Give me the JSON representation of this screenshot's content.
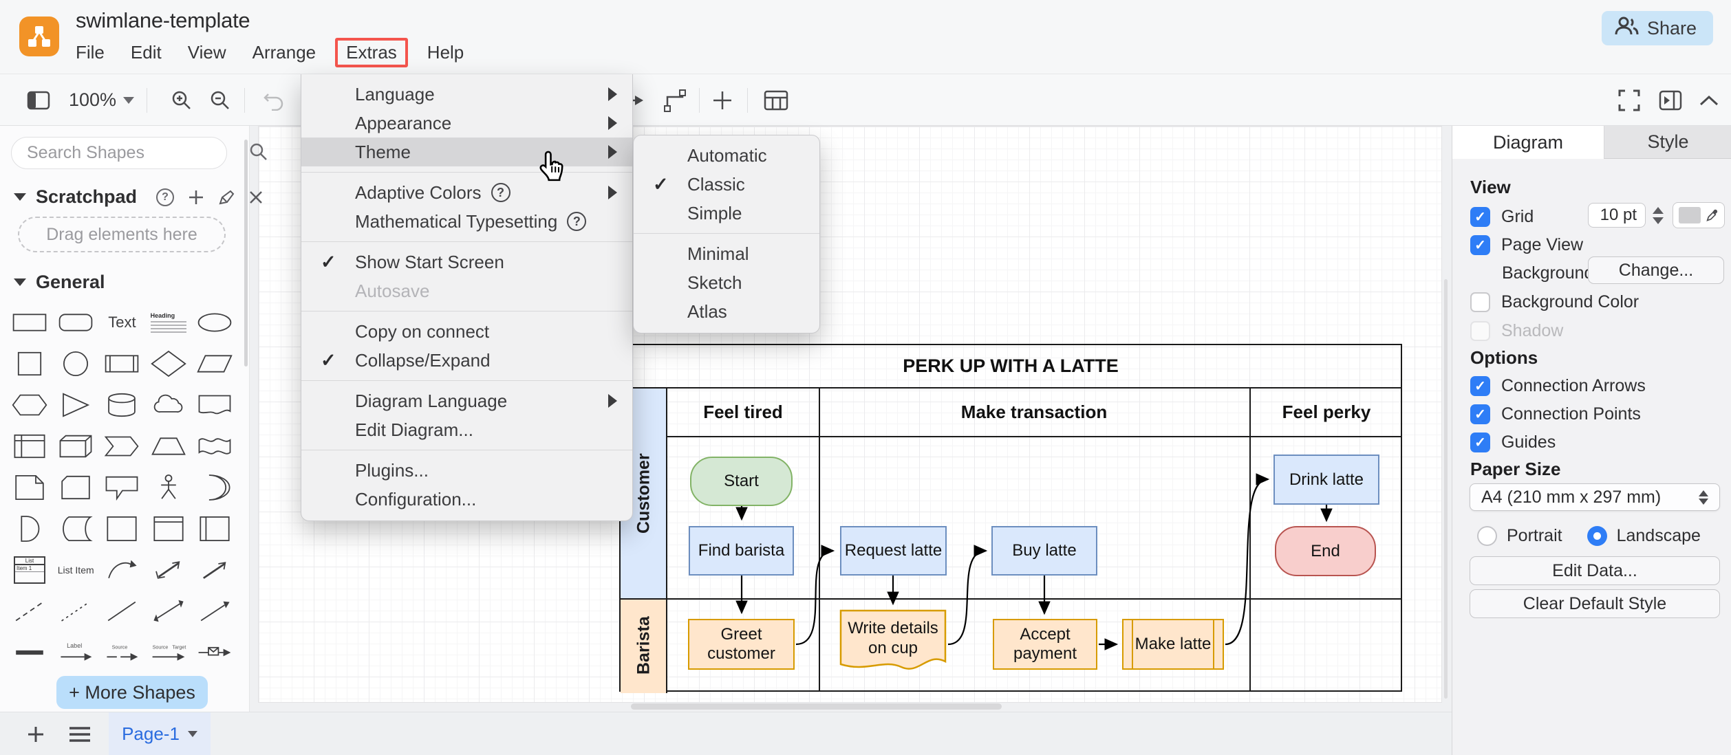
{
  "header": {
    "app_title": "swimlane-template",
    "menus": [
      "File",
      "Edit",
      "View",
      "Arrange",
      "Extras",
      "Help"
    ],
    "share_label": "Share"
  },
  "toolbar": {
    "zoom_level": "100%"
  },
  "extras_menu": {
    "items": [
      {
        "label": "Language",
        "submenu": true
      },
      {
        "label": "Appearance",
        "submenu": true
      },
      {
        "label": "Theme",
        "submenu": true,
        "active": true
      },
      {
        "sep": true
      },
      {
        "label": "Adaptive Colors",
        "submenu": true,
        "help": true
      },
      {
        "label": "Mathematical Typesetting",
        "help": true
      },
      {
        "sep": true
      },
      {
        "label": "Show Start Screen",
        "checked": true
      },
      {
        "label": "Autosave",
        "disabled": true
      },
      {
        "sep": true
      },
      {
        "label": "Copy on connect"
      },
      {
        "label": "Collapse/Expand",
        "checked": true
      },
      {
        "sep": true
      },
      {
        "label": "Diagram Language",
        "submenu": true
      },
      {
        "label": "Edit Diagram..."
      },
      {
        "sep": true
      },
      {
        "label": "Plugins..."
      },
      {
        "label": "Configuration..."
      }
    ]
  },
  "theme_menu": {
    "items": [
      {
        "label": "Automatic"
      },
      {
        "label": "Classic",
        "checked": true
      },
      {
        "label": "Simple"
      },
      {
        "sep": true
      },
      {
        "label": "Minimal"
      },
      {
        "label": "Sketch"
      },
      {
        "label": "Atlas"
      }
    ]
  },
  "sidebar": {
    "search_placeholder": "Search Shapes",
    "scratchpad_label": "Scratchpad",
    "scratchpad_hint": "Drag elements here",
    "general_label": "General",
    "more_shapes_label": "+ More Shapes",
    "palette": [
      {
        "icon": "rectangle"
      },
      {
        "icon": "rounded-rectangle"
      },
      {
        "icon": "text",
        "label": "Text"
      },
      {
        "icon": "heading",
        "label": "Heading"
      },
      {
        "icon": "ellipse"
      },
      {
        "icon": "square"
      },
      {
        "icon": "circle"
      },
      {
        "icon": "process"
      },
      {
        "icon": "diamond"
      },
      {
        "icon": "parallelogram"
      },
      {
        "icon": "hexagon"
      },
      {
        "icon": "triangle"
      },
      {
        "icon": "cylinder"
      },
      {
        "icon": "cloud"
      },
      {
        "icon": "document"
      },
      {
        "icon": "internal-storage"
      },
      {
        "icon": "cube"
      },
      {
        "icon": "step"
      },
      {
        "icon": "trapezoid"
      },
      {
        "icon": "tape"
      },
      {
        "icon": "note"
      },
      {
        "icon": "card"
      },
      {
        "icon": "callout"
      },
      {
        "icon": "actor"
      },
      {
        "icon": "or"
      },
      {
        "icon": "and"
      },
      {
        "icon": "data-storage"
      },
      {
        "icon": "container"
      },
      {
        "icon": "vertical-container"
      },
      {
        "icon": "horizontal-container"
      },
      {
        "icon": "list",
        "label": "List",
        "label2": "Item 1"
      },
      {
        "icon": "list-item",
        "label": "List Item"
      },
      {
        "icon": "curve"
      },
      {
        "icon": "bidirectional-arrow"
      },
      {
        "icon": "arrow"
      },
      {
        "icon": "dashed-line"
      },
      {
        "icon": "dotted-line"
      },
      {
        "icon": "line"
      },
      {
        "icon": "double-arrow"
      },
      {
        "icon": "directional-arrow"
      },
      {
        "icon": "link"
      },
      {
        "icon": "labeled-arrow",
        "label": "Label"
      },
      {
        "icon": "source-arrow",
        "label": "Source"
      },
      {
        "icon": "source-target-arrow",
        "label": "Source",
        "label2": "Target"
      },
      {
        "icon": "message-arrow"
      }
    ]
  },
  "footer": {
    "page_tab": "Page-1"
  },
  "right_panel": {
    "tabs": [
      "Diagram",
      "Style"
    ],
    "view_heading": "View",
    "grid_label": "Grid",
    "grid_size": "10 pt",
    "page_view_label": "Page View",
    "background_label": "Background",
    "change_button": "Change...",
    "background_color_label": "Background Color",
    "shadow_label": "Shadow",
    "options_heading": "Options",
    "connection_arrows_label": "Connection Arrows",
    "connection_points_label": "Connection Points",
    "guides_label": "Guides",
    "paper_heading": "Paper Size",
    "paper_value": "A4 (210 mm x 297 mm)",
    "portrait_label": "Portrait",
    "landscape_label": "Landscape",
    "edit_data_button": "Edit Data...",
    "clear_style_button": "Clear Default Style"
  },
  "diagram": {
    "title": "PERK UP WITH A LATTE",
    "phases": [
      "Feel tired",
      "Make transaction",
      "Feel perky"
    ],
    "lanes": [
      "Customer",
      "Barista"
    ],
    "nodes": [
      {
        "label": "Start"
      },
      {
        "label": "Find barista"
      },
      {
        "label": "Request latte"
      },
      {
        "label": "Buy latte"
      },
      {
        "label": "Drink latte"
      },
      {
        "label": "End"
      },
      {
        "label": "Greet customer"
      },
      {
        "label": "Write details",
        "label2": "on cup"
      },
      {
        "label": "Accept payment"
      },
      {
        "label": "Make latte"
      }
    ],
    "colors": {
      "task_fill": "#dae8fc",
      "task_stroke": "#6c8ebf",
      "start_fill": "#d5e8d4",
      "start_stroke": "#82b366",
      "end_fill": "#f8cecc",
      "end_stroke": "#b85450",
      "barista_fill": "#ffe6cc",
      "barista_stroke": "#d79b00",
      "customer_lane": "#dae8fc",
      "barista_lane": "#ffe6cc"
    }
  }
}
